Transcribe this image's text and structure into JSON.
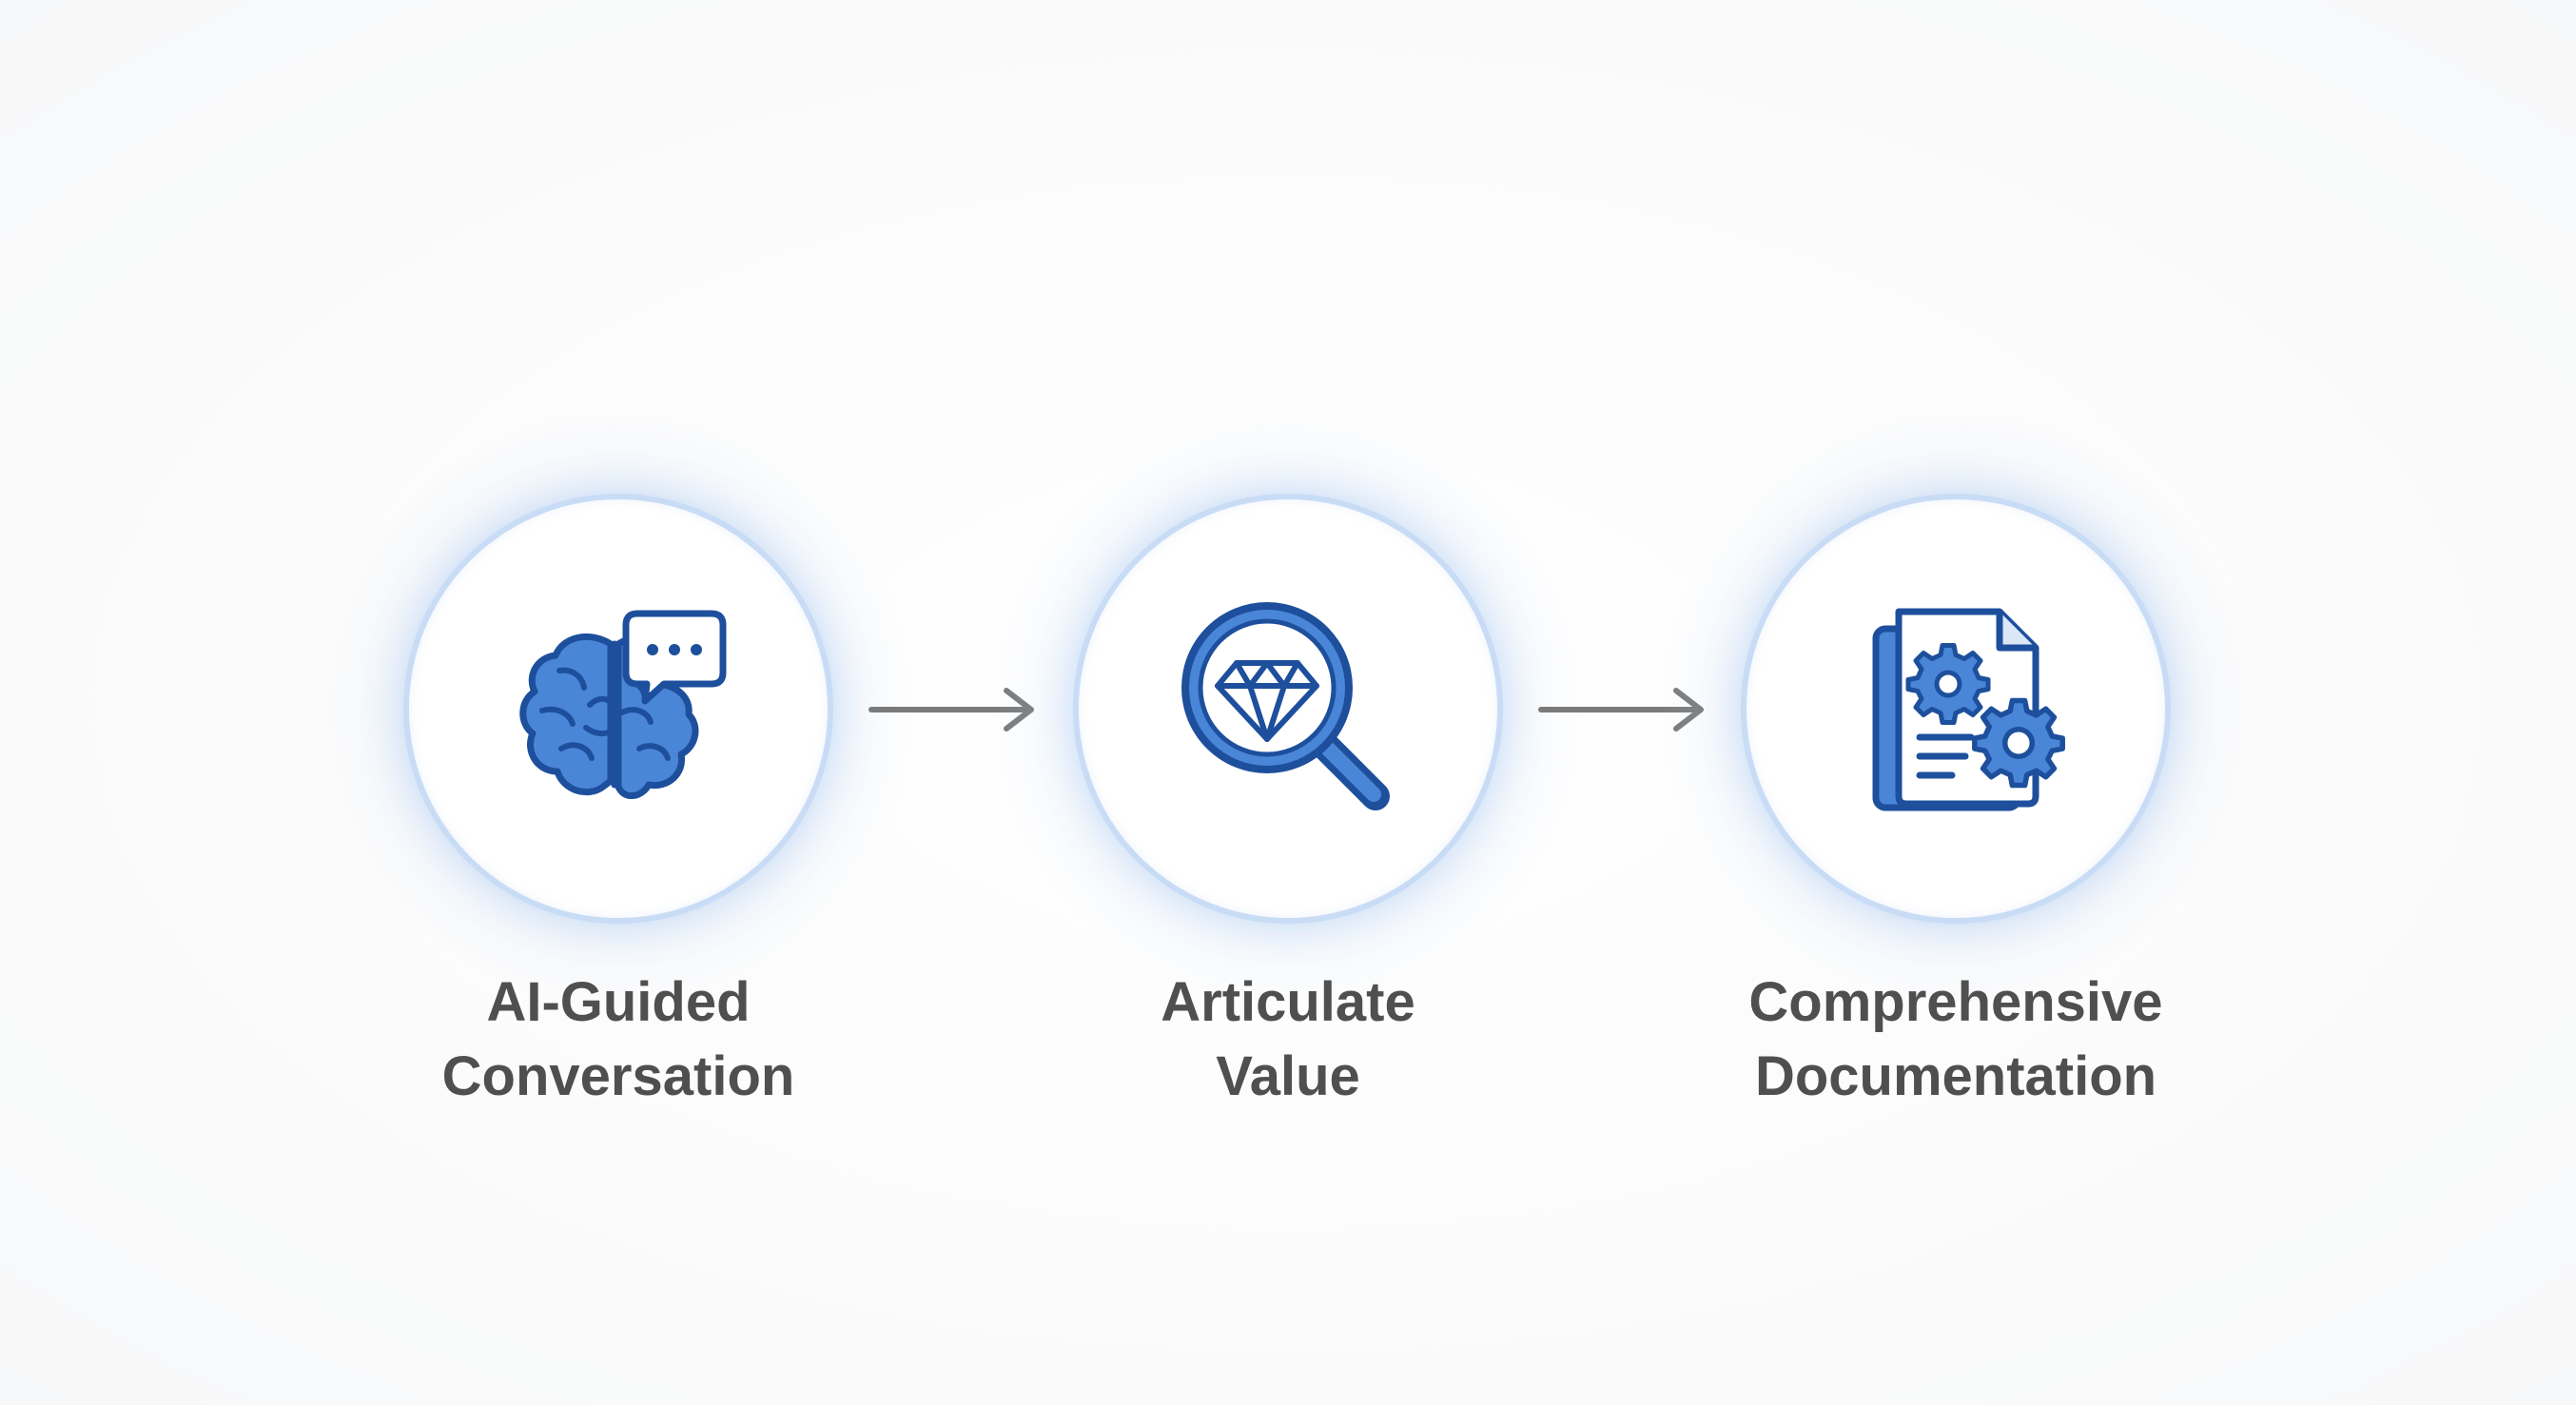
{
  "steps": [
    {
      "line1": "AI-Guided",
      "line2": "Conversation",
      "icon": "brain-chat-icon"
    },
    {
      "line1": "Articulate",
      "line2": "Value",
      "icon": "diamond-magnifier-icon"
    },
    {
      "line1": "Comprehensive",
      "line2": "Documentation",
      "icon": "document-gears-icon"
    }
  ],
  "colors": {
    "icon_fill": "#4a86d8",
    "icon_stroke": "#1d4f9c",
    "ring": "#c9dcf6",
    "label": "#4f4f4f",
    "arrow": "#7a7a7a"
  }
}
